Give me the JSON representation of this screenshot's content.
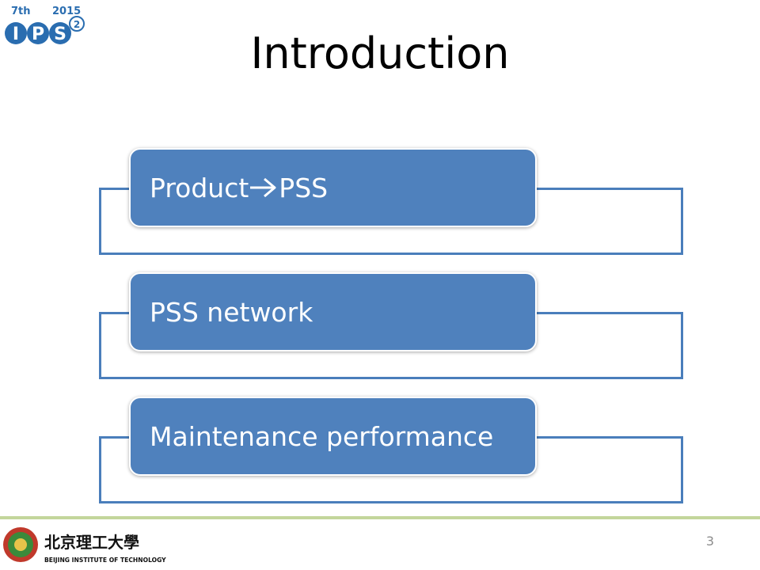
{
  "logo": {
    "superscript": "7th",
    "year": "2015",
    "letters": [
      "I",
      "P",
      "S"
    ],
    "badge": "2"
  },
  "title": "Introduction",
  "items": [
    {
      "label": "Product",
      "icon": "right-arrow-icon",
      "label_after": "PSS"
    },
    {
      "label": "PSS network"
    },
    {
      "label": "Maintenance performance"
    }
  ],
  "footer": {
    "university_cn": "北京理工大學",
    "university_en": "BEIJING INSTITUTE OF TECHNOLOGY",
    "page_number": "3"
  },
  "colors": {
    "pill": "#4f81bd",
    "frame": "#4a7ebb",
    "footer_rule": "#c3d69b",
    "logo_blue": "#2a6db0"
  }
}
